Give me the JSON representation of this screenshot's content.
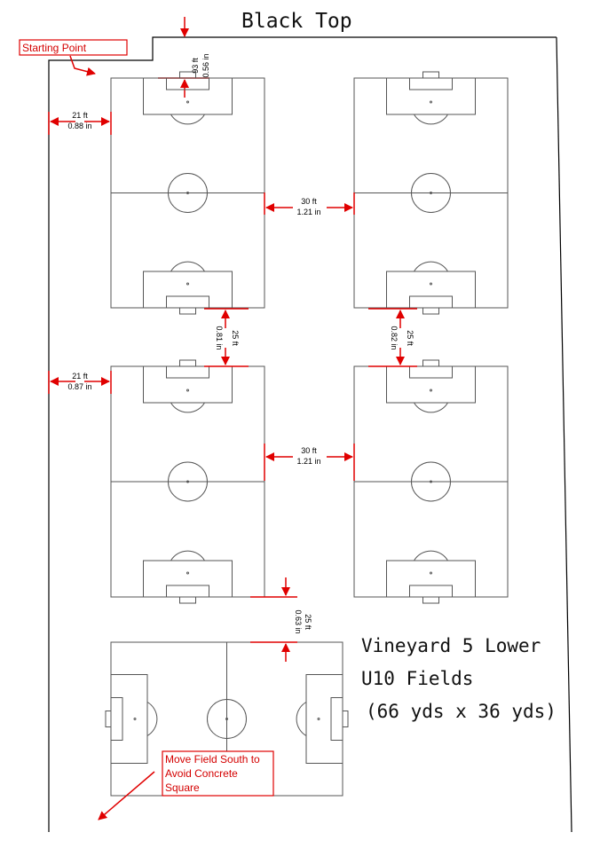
{
  "title": "Black Top",
  "starting_point": "Starting Point",
  "top_offset": {
    "ft": "93 ft",
    "in": "0.56 in"
  },
  "row1": {
    "left_gap": {
      "ft": "21 ft",
      "in": "0.88 in"
    },
    "between_gap": {
      "ft": "30 ft",
      "in": "1.21 in"
    }
  },
  "row_spacing_left": {
    "ft": "25 ft",
    "in": "0.81 in"
  },
  "row_spacing_right": {
    "ft": "25 ft",
    "in": "0.82 in"
  },
  "row2": {
    "left_gap": {
      "ft": "21 ft",
      "in": "0.87 in"
    },
    "between_gap": {
      "ft": "30 ft",
      "in": "1.21 in"
    }
  },
  "bottom_spacing": {
    "ft": "25 ft",
    "in": "0.63 in"
  },
  "field_label": {
    "line1": "Vineyard 5 Lower",
    "line2": "U10 Fields",
    "line3": "(66 yds x 36 yds)"
  },
  "move_note": {
    "line1": "Move Field South to",
    "line2": "Avoid Concrete",
    "line3": "Square"
  },
  "colors": {
    "annotation": "#e00000",
    "field_lines": "#555555"
  }
}
